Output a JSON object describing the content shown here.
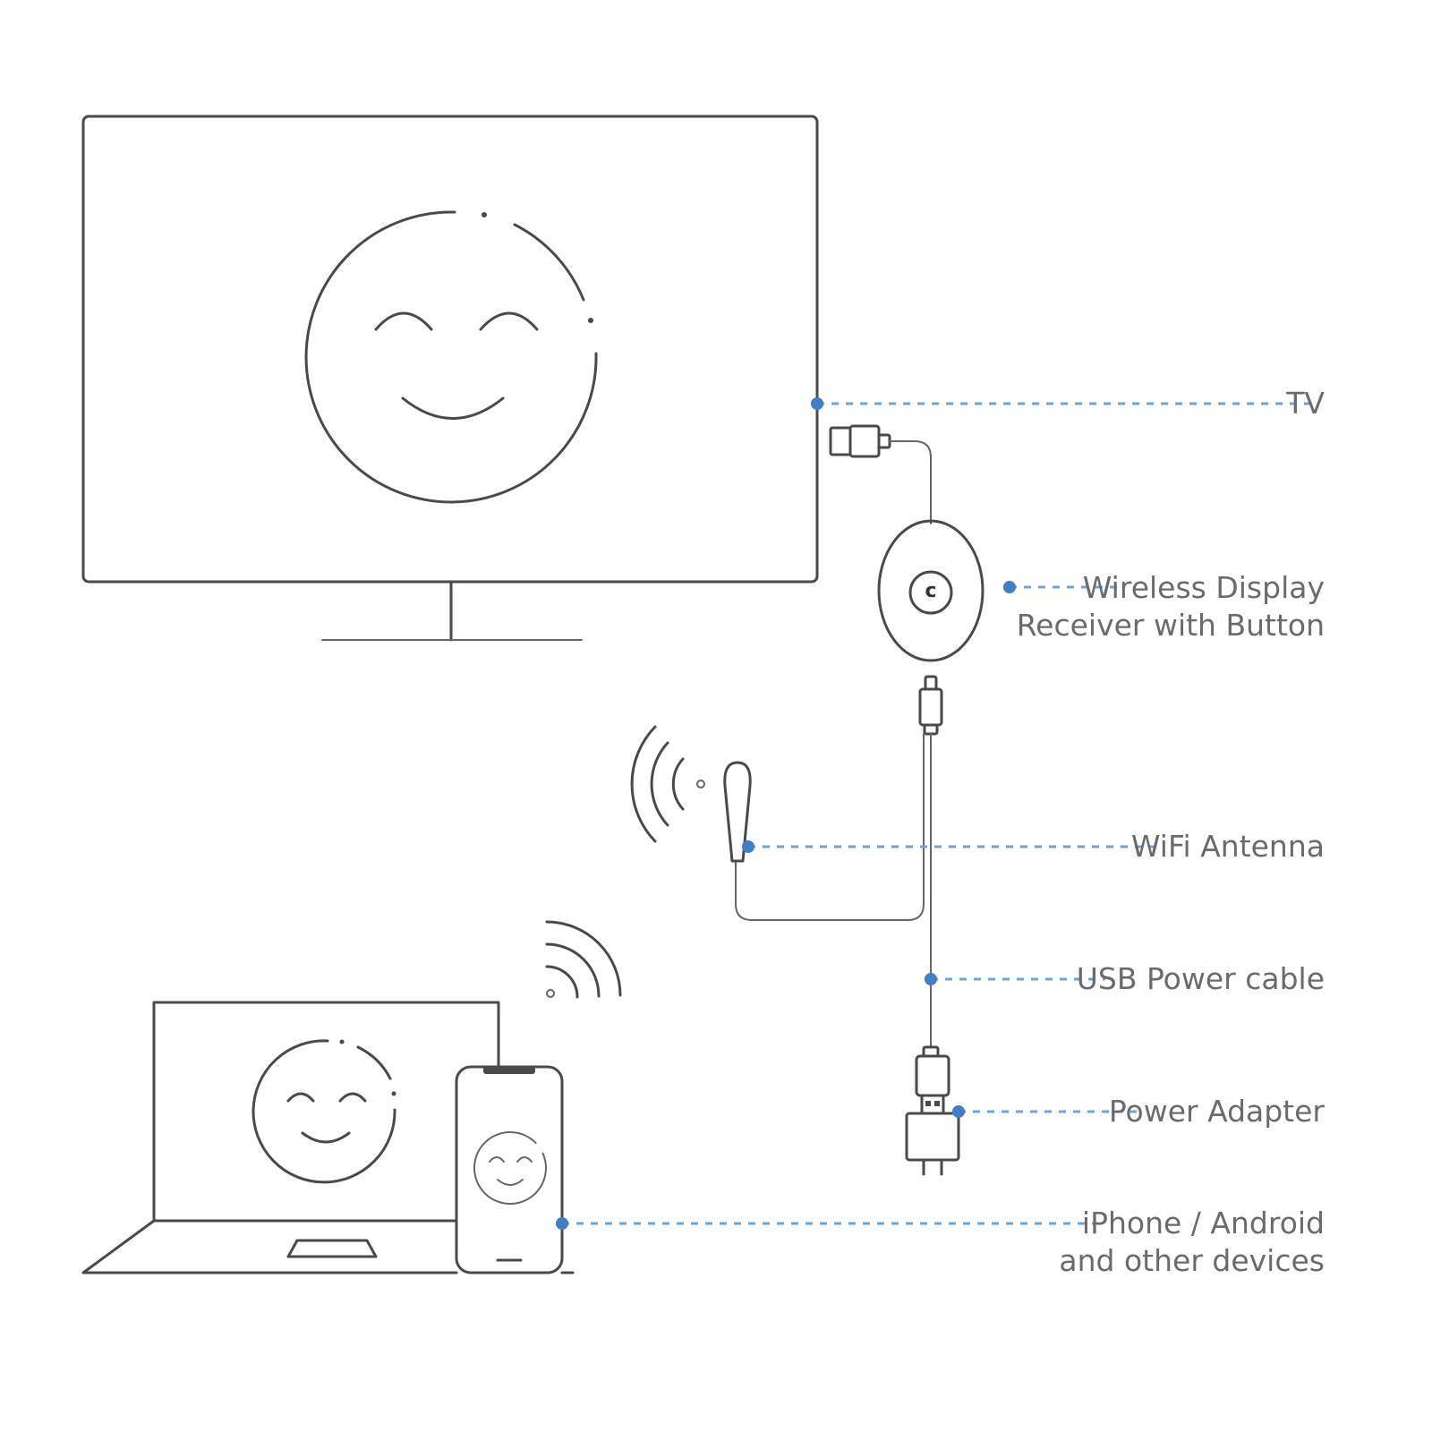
{
  "callouts": {
    "tv": "TV",
    "receiver_line1": "Wireless Display",
    "receiver_line2": "Receiver with Button",
    "antenna": "WiFi Antenna",
    "usb_cable": "USB Power cable",
    "power_adapter": "Power Adapter",
    "devices_line1": "iPhone / Android",
    "devices_line2": "and other devices"
  },
  "receiver_button_glyph": "c",
  "colors": {
    "line_art": "#4a4a4a",
    "callout_leader": "#6fa3d8",
    "callout_dot": "#3f7fc7",
    "label_text": "#6b6b6b"
  },
  "icons": [
    "smiley-face-icon",
    "wifi-signal-icon",
    "hdmi-connector-icon",
    "usb-connector-icon",
    "power-plug-icon"
  ]
}
